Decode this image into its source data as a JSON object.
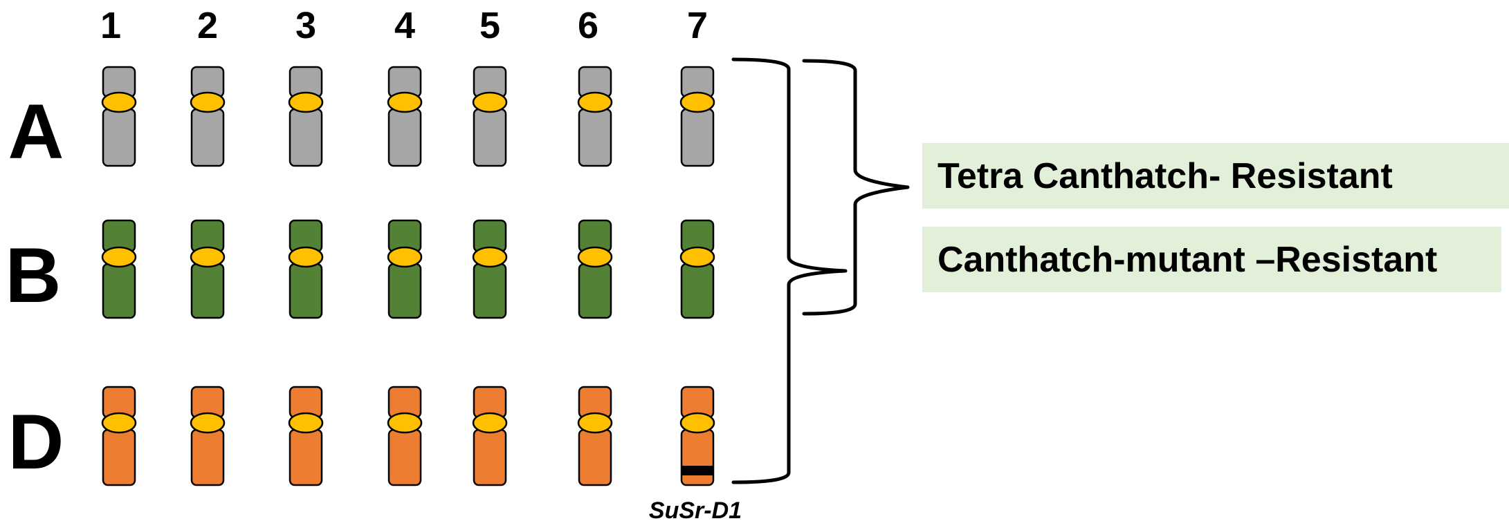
{
  "columns": [
    "1",
    "2",
    "3",
    "4",
    "5",
    "6",
    "7"
  ],
  "genomes": [
    {
      "label": "A",
      "color": "#a6a6a6"
    },
    {
      "label": "B",
      "color": "#538135"
    },
    {
      "label": "D",
      "color": "#ed7d31"
    }
  ],
  "centromere_color": "#ffc000",
  "gene_marker": {
    "label": "SuSr-D1",
    "genome": "D",
    "chromosome": "7",
    "color": "#000000"
  },
  "groups": [
    {
      "label": "Tetra Canthatch- Resistant",
      "genomes": [
        "A",
        "B"
      ]
    },
    {
      "label": "Canthatch-mutant –Resistant",
      "genomes": [
        "A",
        "B",
        "D"
      ]
    }
  ],
  "box_color": "#e2efd9"
}
